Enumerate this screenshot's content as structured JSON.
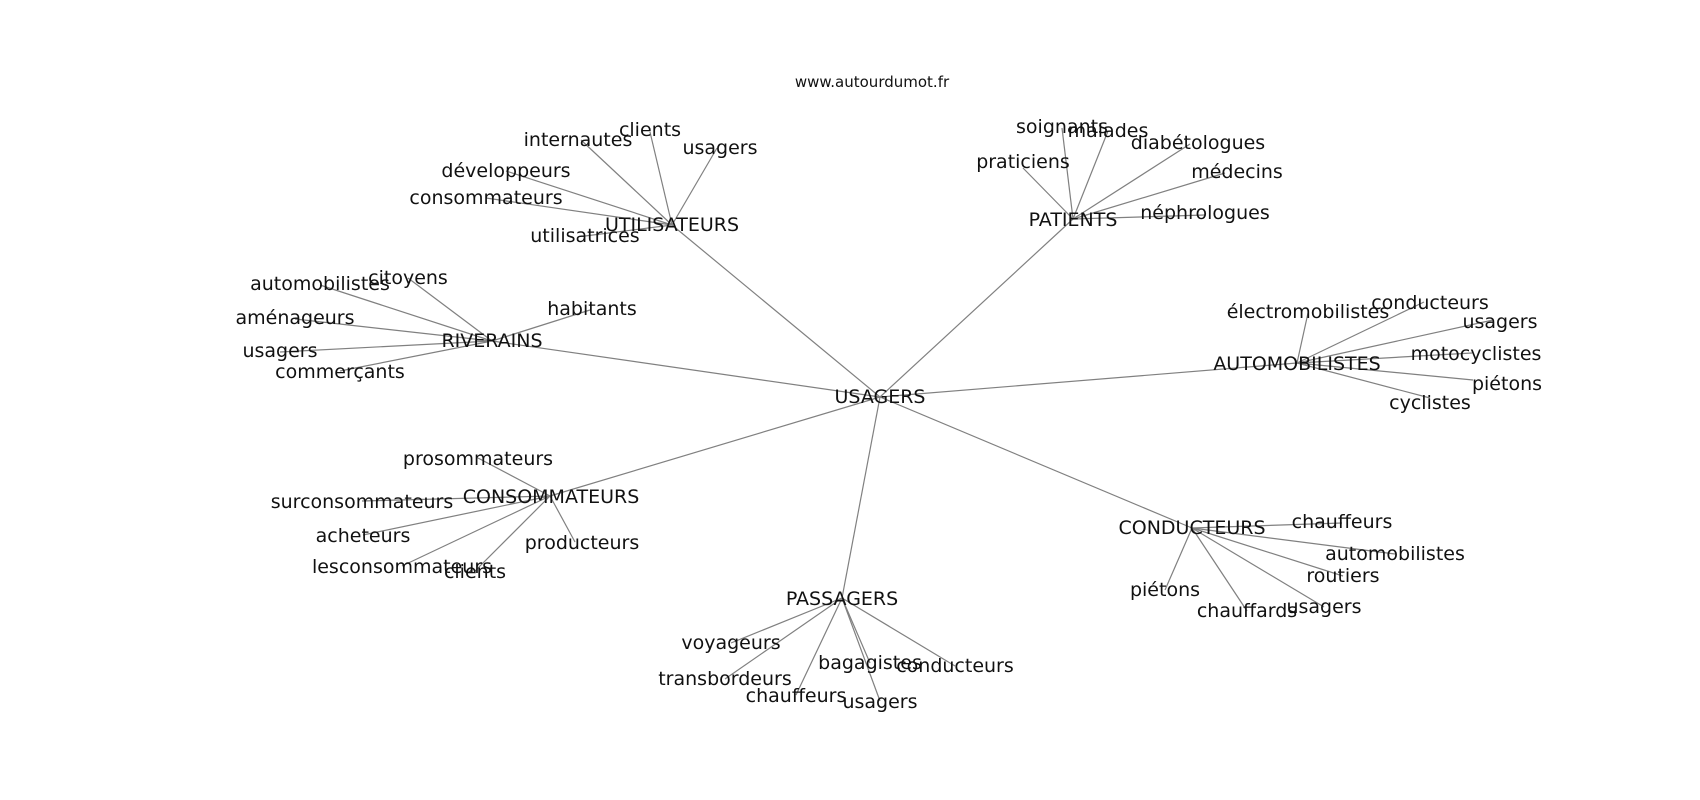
{
  "site": "www.autourdumot.fr",
  "graph": {
    "center": "USAGERS",
    "clusters": [
      {
        "id": "utilisateurs",
        "label": "UTILISATEURS",
        "leaves": [
          "clients",
          "internautes",
          "usagers",
          "développeurs",
          "consommateurs",
          "utilisatrices"
        ]
      },
      {
        "id": "patients",
        "label": "PATIENTS",
        "leaves": [
          "soignants",
          "malades",
          "diabétologues",
          "praticiens",
          "médecins",
          "néphrologues"
        ]
      },
      {
        "id": "riverains",
        "label": "RIVERAINS",
        "leaves": [
          "citoyens",
          "automobilistes",
          "habitants",
          "aménageurs",
          "usagers",
          "commerçants"
        ]
      },
      {
        "id": "automobilistes",
        "label": "AUTOMOBILISTES",
        "leaves": [
          "électromobilistes",
          "conducteurs",
          "usagers",
          "motocyclistes",
          "piétons",
          "cyclistes"
        ]
      },
      {
        "id": "consommateurs",
        "label": "CONSOMMATEURS",
        "leaves": [
          "prosommateurs",
          "surconsommateurs",
          "acheteurs",
          "producteurs",
          "lesconsommateurs",
          "clients"
        ]
      },
      {
        "id": "conducteurs",
        "label": "CONDUCTEURS",
        "leaves": [
          "chauffeurs",
          "automobilistes",
          "routiers",
          "piétons",
          "chauffards",
          "usagers"
        ]
      },
      {
        "id": "passagers",
        "label": "PASSAGERS",
        "leaves": [
          "voyageurs",
          "transbordeurs",
          "bagagistes",
          "conducteurs",
          "chauffeurs",
          "usagers"
        ]
      }
    ]
  }
}
